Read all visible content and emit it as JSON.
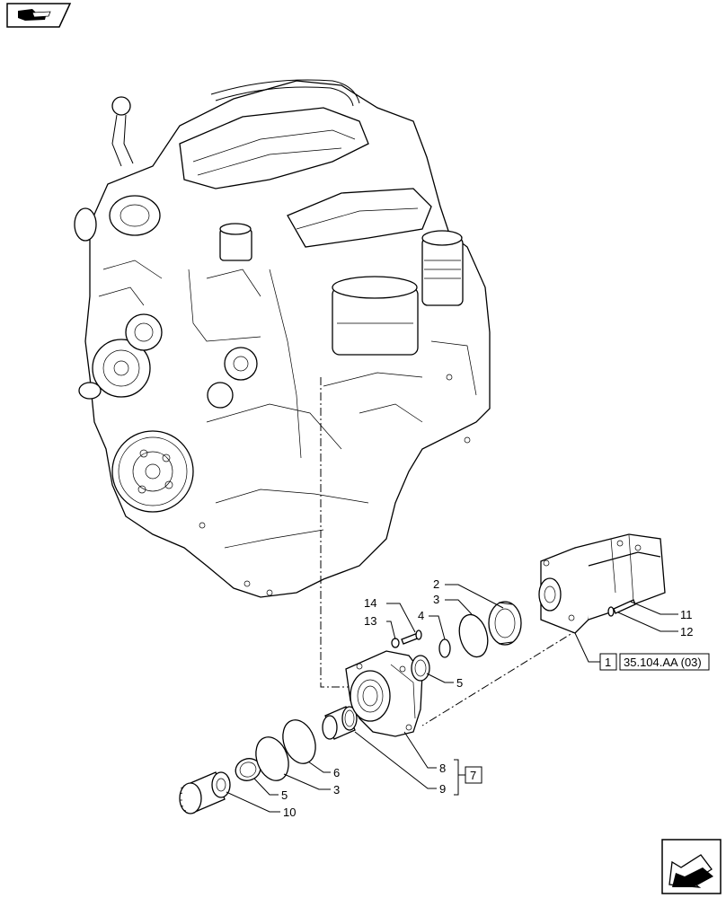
{
  "callouts": {
    "c2": "2",
    "c3a": "3",
    "c4": "4",
    "c5a": "5",
    "c14": "14",
    "c13": "13",
    "c11": "11",
    "c12": "12",
    "c6": "6",
    "c3b": "3",
    "c5b": "5",
    "c10": "10",
    "c8": "8",
    "c9": "9"
  },
  "refs": {
    "ref1_num": "1",
    "ref1_code": "35.104.AA (03)",
    "ref7_num": "7"
  },
  "icons": {
    "top_left": "book-navigation-icon",
    "bottom_right": "exploded-view-arrow-icon"
  }
}
